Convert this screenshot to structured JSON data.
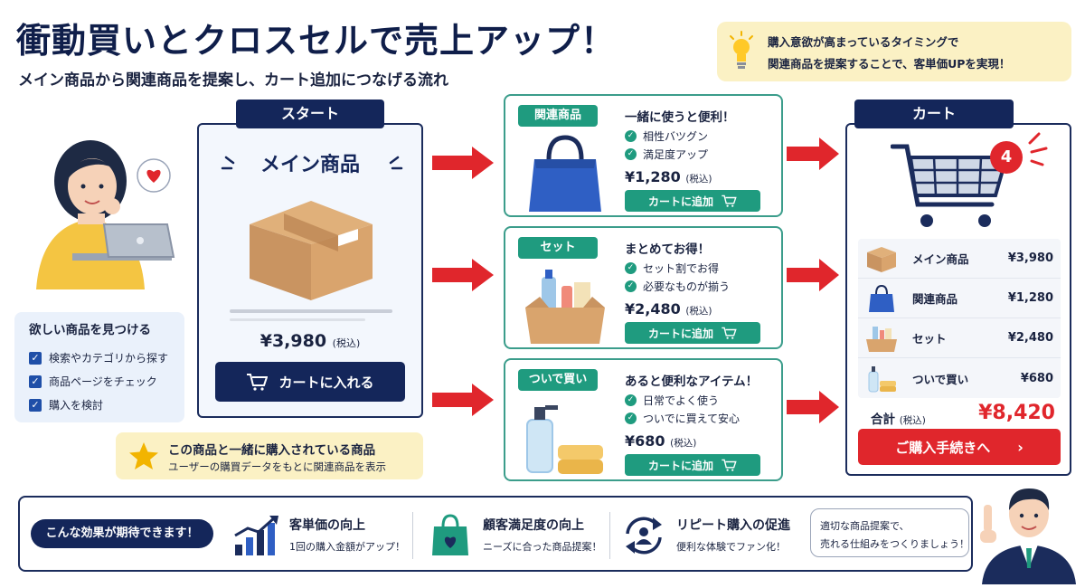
{
  "header": {
    "title": "衝動買いとクロスセルで売上アップ！",
    "subtitle": "メイン商品から関連商品を提案し、カート追加につなげる流れ"
  },
  "tip": {
    "line1": "購入意欲が高まっているタイミングで",
    "line2": "関連商品を提案することで、客単価UPを実現！",
    "icon": "lightbulb-icon"
  },
  "find": {
    "heading": "欲しい商品を見つける",
    "items": [
      "検索やカテゴリから探す",
      "商品ページをチェック",
      "購入を検討"
    ]
  },
  "start": {
    "tag": "スタート",
    "product_name": "メイン商品",
    "price": "¥3,980",
    "tax": "(税込)",
    "button": "カートに入れる"
  },
  "recommend": {
    "line1": "この商品と一緒に購入されている商品",
    "line2": "ユーザーの購買データをもとに関連商品を表示"
  },
  "cards": [
    {
      "tag": "関連商品",
      "heading": "一緒に使うと便利！",
      "points": [
        "相性バツグン",
        "満足度アップ"
      ],
      "price": "¥1,280",
      "tax": "(税込)",
      "button": "カートに追加"
    },
    {
      "tag": "セット",
      "heading": "まとめてお得！",
      "points": [
        "セット割でお得",
        "必要なものが揃う"
      ],
      "price": "¥2,480",
      "tax": "(税込)",
      "button": "カートに追加"
    },
    {
      "tag": "ついで買い",
      "heading": "あると便利なアイテム！",
      "points": [
        "日常でよく使う",
        "ついでに買えて安心"
      ],
      "price": "¥680",
      "tax": "(税込)",
      "button": "カートに追加"
    }
  ],
  "cart": {
    "tag": "カート",
    "badge": "4",
    "items": [
      {
        "name": "メイン商品",
        "price": "¥3,980"
      },
      {
        "name": "関連商品",
        "price": "¥1,280"
      },
      {
        "name": "セット",
        "price": "¥2,480"
      },
      {
        "name": "ついで買い",
        "price": "¥680"
      }
    ],
    "total_label": "合計",
    "total_tax": "(税込)",
    "total": "¥8,420",
    "checkout": "ご購入手続きへ"
  },
  "effects": {
    "tag": "こんな効果が期待できます！",
    "items": [
      {
        "title": "客単価の向上",
        "desc": "1回の購入金額がアップ！",
        "icon": "bar-chart-up-icon"
      },
      {
        "title": "顧客満足度の向上",
        "desc": "ニーズに合った商品提案！",
        "icon": "shopping-bag-heart-icon"
      },
      {
        "title": "リピート購入の促進",
        "desc": "便利な体験でファン化！",
        "icon": "repeat-user-icon"
      }
    ]
  },
  "speech": {
    "line1": "適切な商品提案で、",
    "line2": "売れる仕組みをつくりましょう！"
  },
  "colors": {
    "navy": "#14265a",
    "teal": "#1f9b7f",
    "red": "#e0262c",
    "yellow_bg": "#fbf1c4"
  }
}
